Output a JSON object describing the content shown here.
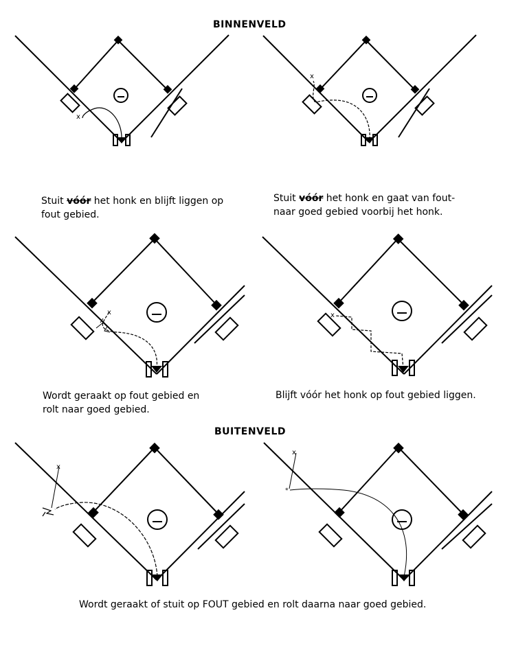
{
  "headings": {
    "infield": "BINNENVELD",
    "outfield": "BUITENVELD"
  },
  "captions": {
    "case1": {
      "pre": "Stuit ",
      "struck": "vóór",
      "post": " het honk en blijft liggen op fout gebied."
    },
    "case2": {
      "pre": "Stuit ",
      "struck": "vóór",
      "post": " het honk en gaat van fout- naar goed gebied voorbij het honk."
    },
    "case3": "Wordt geraakt op fout gebied en rolt naar goed gebied.",
    "case4": "Blijft vóór het honk op fout gebied liggen.",
    "case56": "Wordt geraakt of stuit op FOUT gebied en rolt daarna naar goed gebied."
  },
  "marks": {
    "ball_landing": "x",
    "bounce": "*"
  },
  "icons": {
    "pitcher": "minus-in-circle-icon",
    "base": "diamond-base-icon",
    "batter_box": "rectangle-box-icon",
    "fielder": "fielder-figure-icon"
  }
}
